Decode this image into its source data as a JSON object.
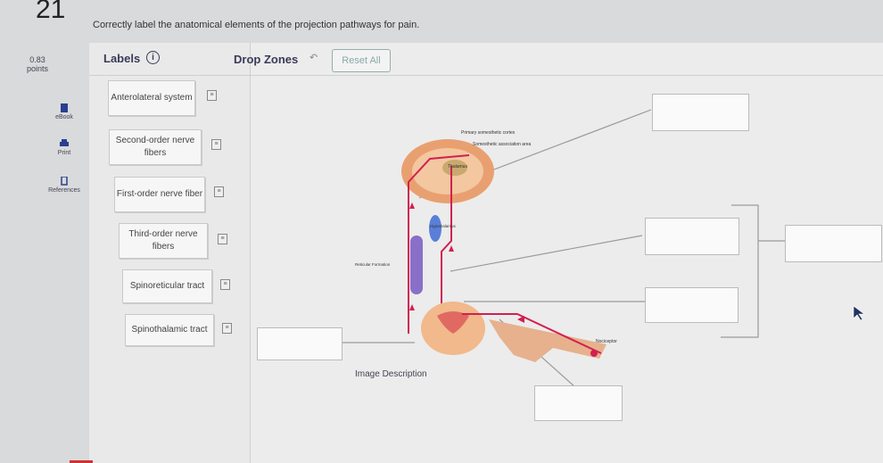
{
  "question": {
    "number": "21",
    "prompt": "Correctly label the anatomical elements of the projection pathways for pain.",
    "points_value": "0.83",
    "points_label": "points"
  },
  "sidebar": {
    "ebook": "eBook",
    "print": "Print",
    "references": "References"
  },
  "labels_panel": {
    "title": "Labels",
    "info": "i",
    "items": [
      "Anterolateral system",
      "Second-order nerve fibers",
      "First-order nerve fiber",
      "Third-order nerve fibers",
      "Spinoreticular tract",
      "Spinothalamic tract"
    ]
  },
  "drop_zones": {
    "title": "Drop Zones",
    "reset_label": "Reset All"
  },
  "figure": {
    "label_cortex": "Primary somesthetic cortex",
    "label_assoc": "Somesthetic association area",
    "label_thalamus": "Thalamus",
    "label_hypothalamus": "Hypothalamus",
    "label_reticular": "Reticular Formation",
    "label_nociceptor": "Nociceptor",
    "image_description": "Image Description"
  },
  "colors": {
    "accent": "#3a3a5a",
    "pathway": "#d22050",
    "reticular": "#8a6fc9"
  }
}
